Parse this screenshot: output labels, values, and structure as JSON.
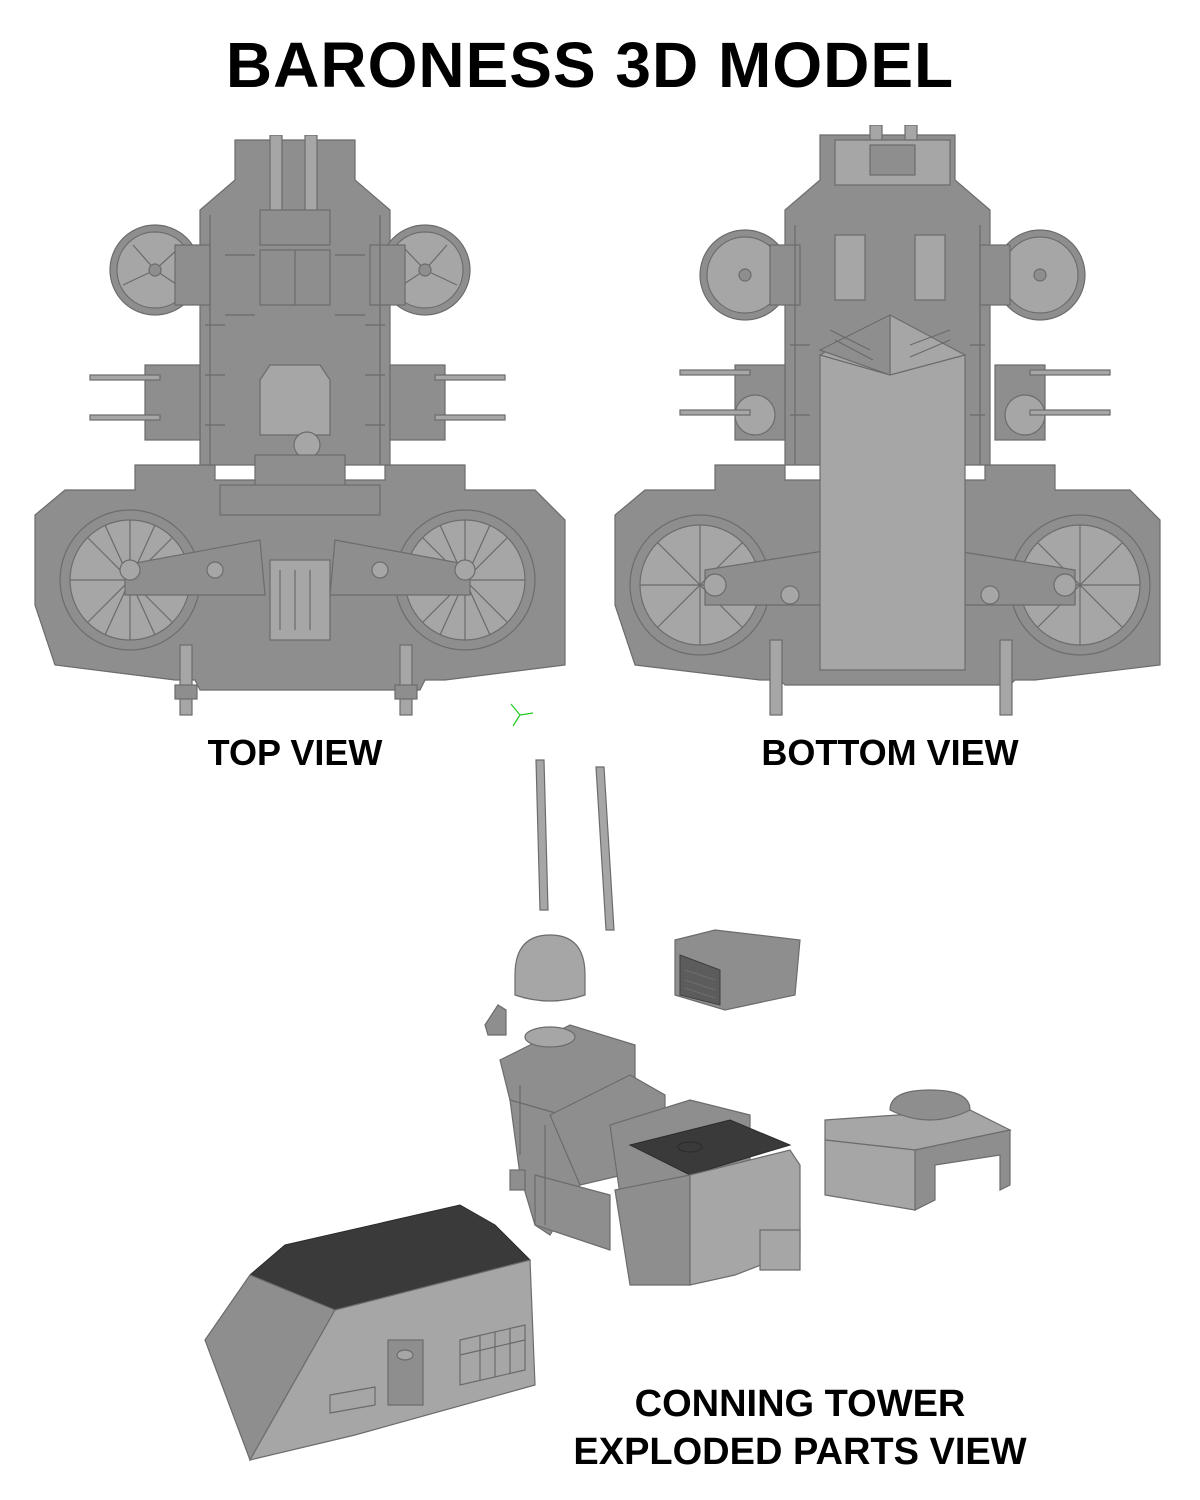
{
  "title": "BARONESS 3D MODEL",
  "views": {
    "top_label": "TOP VIEW",
    "bottom_label": "BOTTOM VIEW"
  },
  "exploded": {
    "line1": "CONNING TOWER",
    "line2": "EXPLODED PARTS VIEW"
  },
  "colors": {
    "background": "#ffffff",
    "model_gray": "#8e8e8e",
    "dark_gray": "#3a3a3a",
    "axis_green": "#22cc22"
  }
}
